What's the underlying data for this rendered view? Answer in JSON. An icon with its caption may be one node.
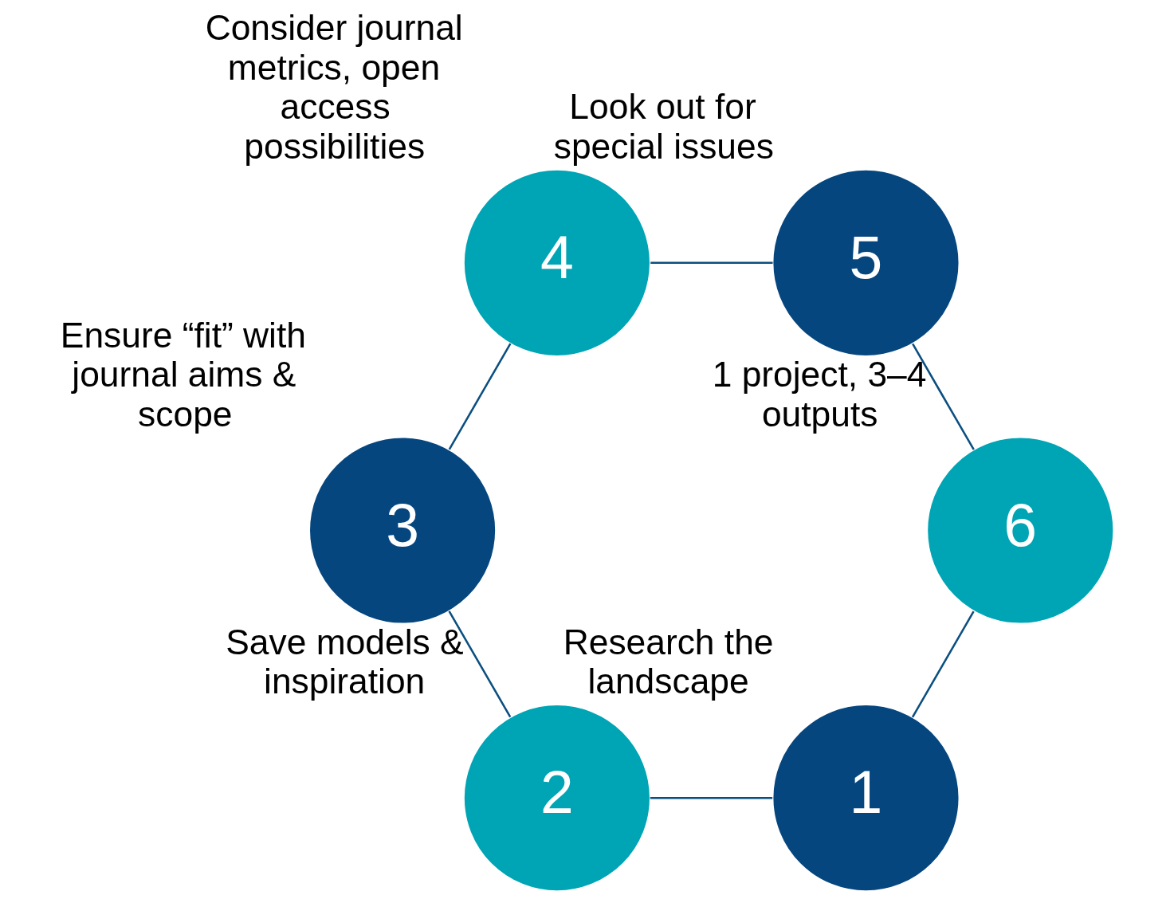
{
  "diagram": {
    "nodes": [
      {
        "text": [
          "1"
        ],
        "beside": [
          "Research the landscape"
        ]
      },
      {
        "text": [
          "2"
        ],
        "beside": [
          "Save models & inspiration"
        ]
      },
      {
        "text": [
          "3"
        ],
        "beside": [
          "Ensure “fit” with journal aims & scope"
        ]
      },
      {
        "text": [
          "4"
        ],
        "beside": [
          "Consider journal metrics, open access possibilities"
        ]
      },
      {
        "text": [
          "5"
        ],
        "beside": [
          "Look out for special issues"
        ]
      },
      {
        "text": [
          "6"
        ],
        "beside": [
          "1 project, 3–4 outputs"
        ]
      }
    ],
    "edges": [
      {
        "from": 0,
        "to": 1,
        "arrow": "none"
      },
      {
        "from": 1,
        "to": 2,
        "arrow": "none"
      },
      {
        "from": 2,
        "to": 3,
        "arrow": "none"
      },
      {
        "from": 3,
        "to": 4,
        "arrow": "none"
      },
      {
        "from": 4,
        "to": 5,
        "arrow": "none"
      },
      {
        "from": 5,
        "to": 0,
        "arrow": "none"
      }
    ]
  }
}
